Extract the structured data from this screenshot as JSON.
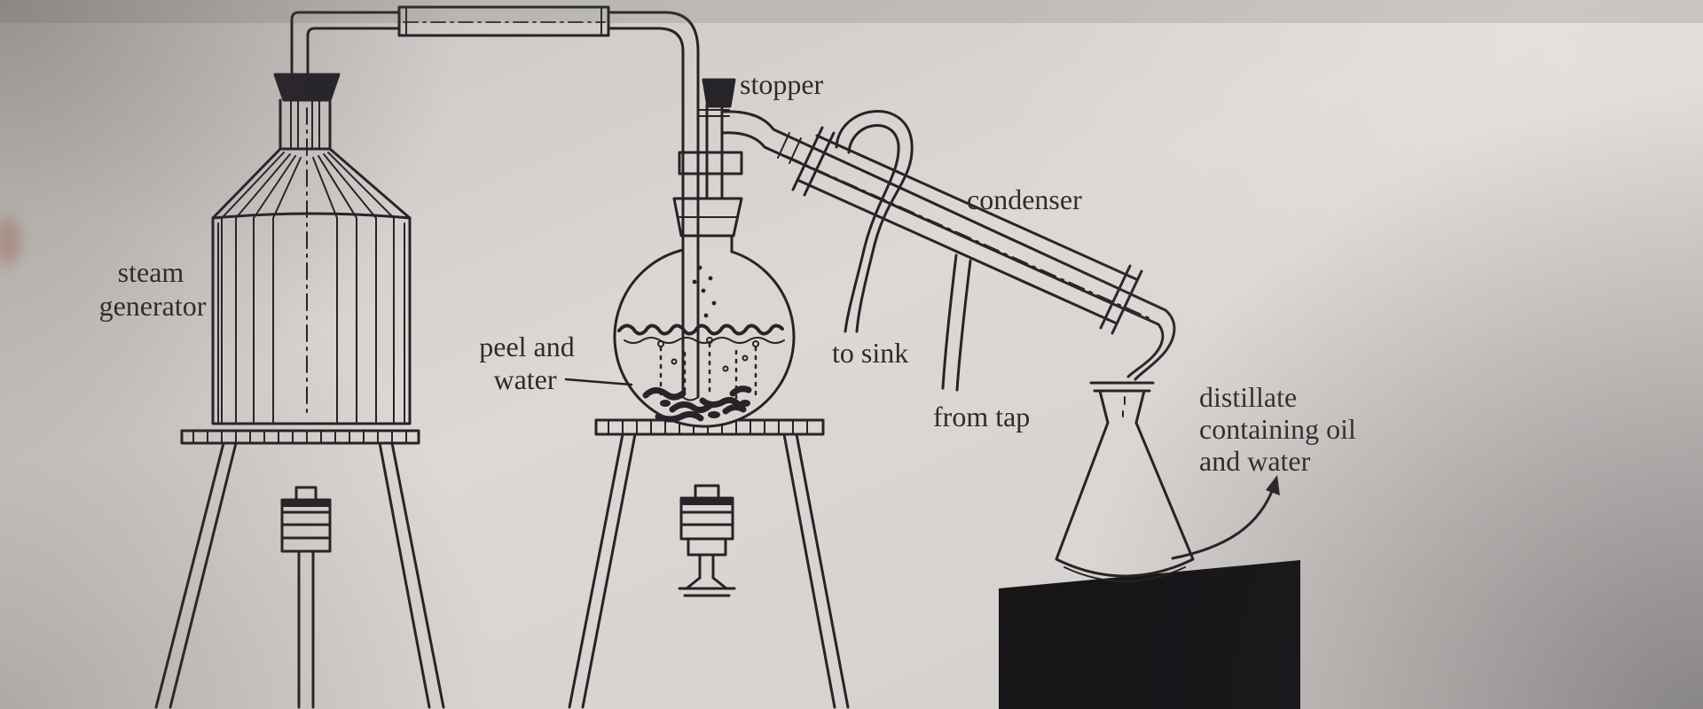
{
  "figure": {
    "type": "steam-distillation-apparatus-diagram",
    "ink_color": "#262329",
    "paper_color": "#d7d3cf",
    "bench_color": "#161518"
  },
  "labels": {
    "steam_generator": [
      "steam",
      "generator"
    ],
    "stopper": "stopper",
    "peel_and_water": [
      "peel and",
      "water"
    ],
    "to_sink": "to sink",
    "condenser": "condenser",
    "from_tap": "from tap",
    "distillate": [
      "distillate",
      "containing oil",
      "and water"
    ]
  }
}
